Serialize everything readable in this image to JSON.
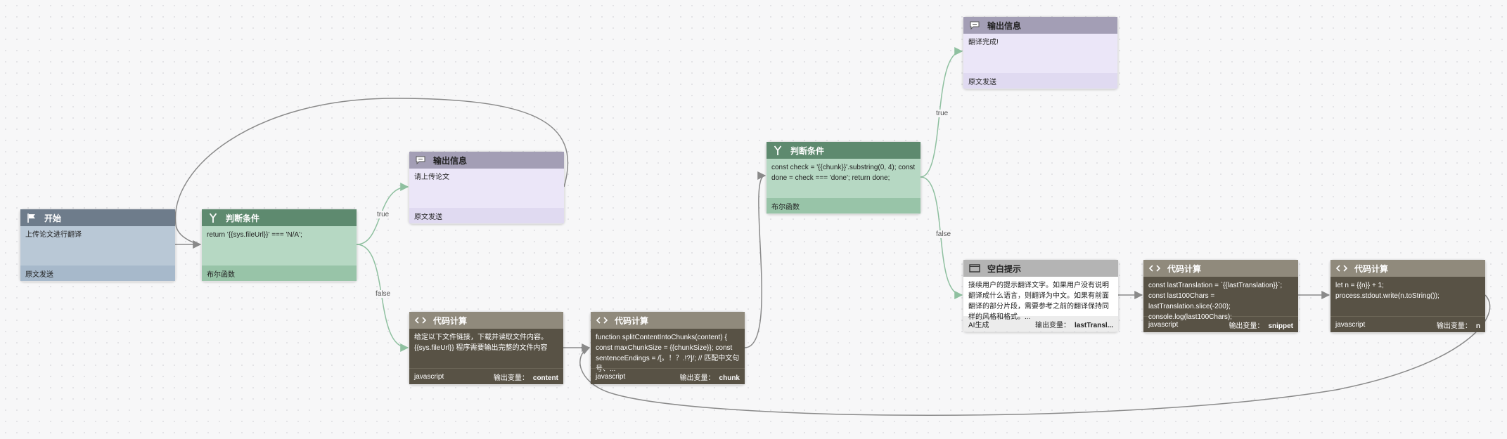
{
  "nodes": {
    "start": {
      "title": "开始",
      "body": "上传论文进行翻译",
      "footer_left": "原文发送"
    },
    "cond1": {
      "title": "判断条件",
      "body": "return '{{sys.fileUrl}}' === 'N/A';",
      "footer_left": "布尔函数"
    },
    "msg1": {
      "title": "输出信息",
      "body": "请上传论文",
      "footer_left": "原文发送"
    },
    "code1": {
      "title": "代码计算",
      "body": "给定以下文件链接，下载并读取文件内容。{{sys.fileUrl}} 程序需要输出完整的文件内容",
      "footer_left": "javascript",
      "output_label": "输出变量：",
      "output_var": "content"
    },
    "code2": {
      "title": "代码计算",
      "body": "function splitContentIntoChunks(content) { const maxChunkSize = {{chunkSize}}; const sentenceEndings = /[。！？.!?]/; // 匹配中文句号、...",
      "footer_left": "javascript",
      "output_label": "输出变量：",
      "output_var": "chunk"
    },
    "cond2": {
      "title": "判断条件",
      "body": "const check = '{{chunk}}'.substring(0, 4); const done = check === 'done'; return done;",
      "footer_left": "布尔函数"
    },
    "msg2": {
      "title": "输出信息",
      "body": "翻译完成!",
      "footer_left": "原文发送"
    },
    "blank": {
      "title": "空白提示",
      "body": "接续用户的提示翻译文字。如果用户没有说明翻译成什么语言，则翻译为中文。如果有前面翻译的部分片段，需要参考之前的翻译保持同样的风格和格式。...",
      "footer_left": "AI生成",
      "output_label": "输出变量：",
      "output_var": "lastTransl..."
    },
    "code3": {
      "title": "代码计算",
      "body": "const lastTranslation = `{{lastTranslation}}`; const last100Chars = lastTranslation.slice(-200); console.log(last100Chars);",
      "footer_left": "javascript",
      "output_label": "输出变量：",
      "output_var": "snippet"
    },
    "code4": {
      "title": "代码计算",
      "body": "let n = {{n}} + 1; process.stdout.write(n.toString());",
      "footer_left": "javascript",
      "output_label": "输出变量：",
      "output_var": "n"
    }
  },
  "edge_labels": {
    "true1": "true",
    "false1": "false",
    "true2": "true",
    "false2": "false"
  },
  "icons": {
    "start": "flag-icon",
    "cond": "branch-icon",
    "msg": "message-icon",
    "code": "code-brackets-icon",
    "blank": "blank-prompt-icon"
  },
  "colors": {
    "start_header": "#6e7c8b",
    "condition_header": "#5e8a6f",
    "message_header": "#a39eb5",
    "code_header": "#908a7c",
    "code_body": "#585245",
    "blank_header": "#b4b4b4",
    "edge_false": "#8fc0a0",
    "edge_default": "#8a8a8a"
  }
}
